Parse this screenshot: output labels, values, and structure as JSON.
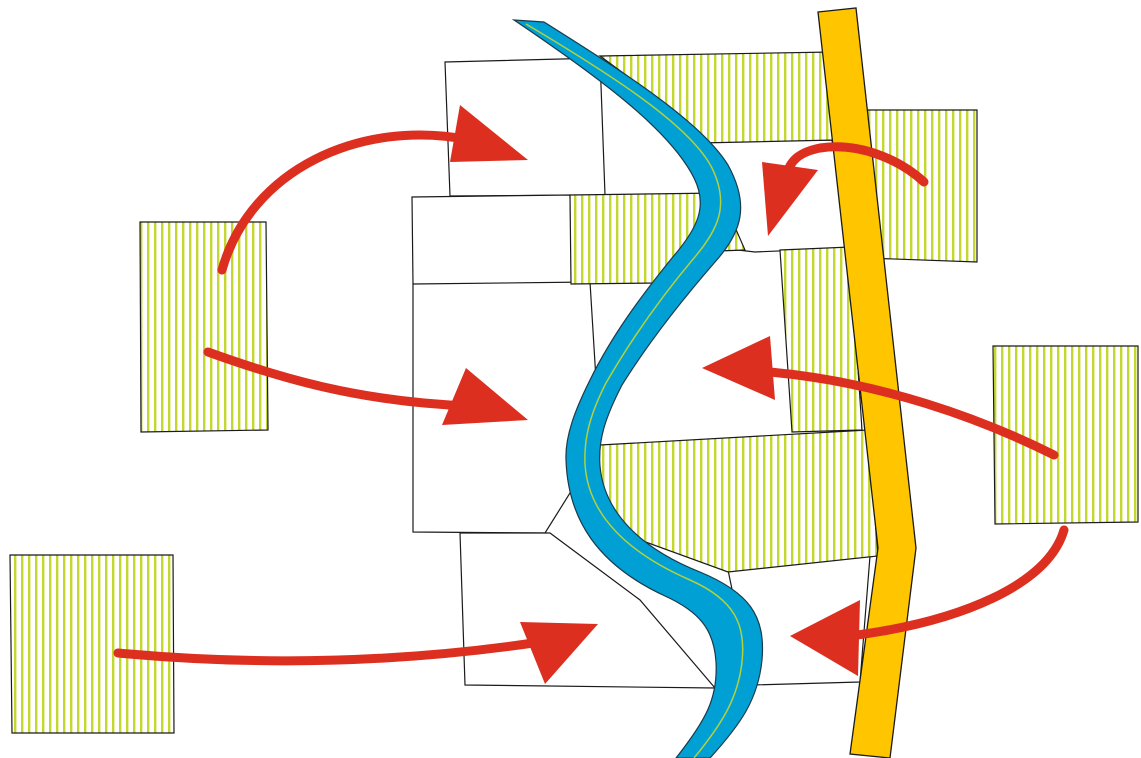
{
  "diagram": {
    "background": "#ffffff",
    "colors": {
      "outline": "#1a1a1a",
      "hatch_stripe": "#c5d62e",
      "hatch_gap": "#ffffff",
      "river": "#009fd4",
      "river_edge": "#c5d62e",
      "road": "#ffc600",
      "arrow": "#dc2f1f"
    },
    "plots_outlined": 8,
    "zones_hatched": 8,
    "arrows": 6
  }
}
